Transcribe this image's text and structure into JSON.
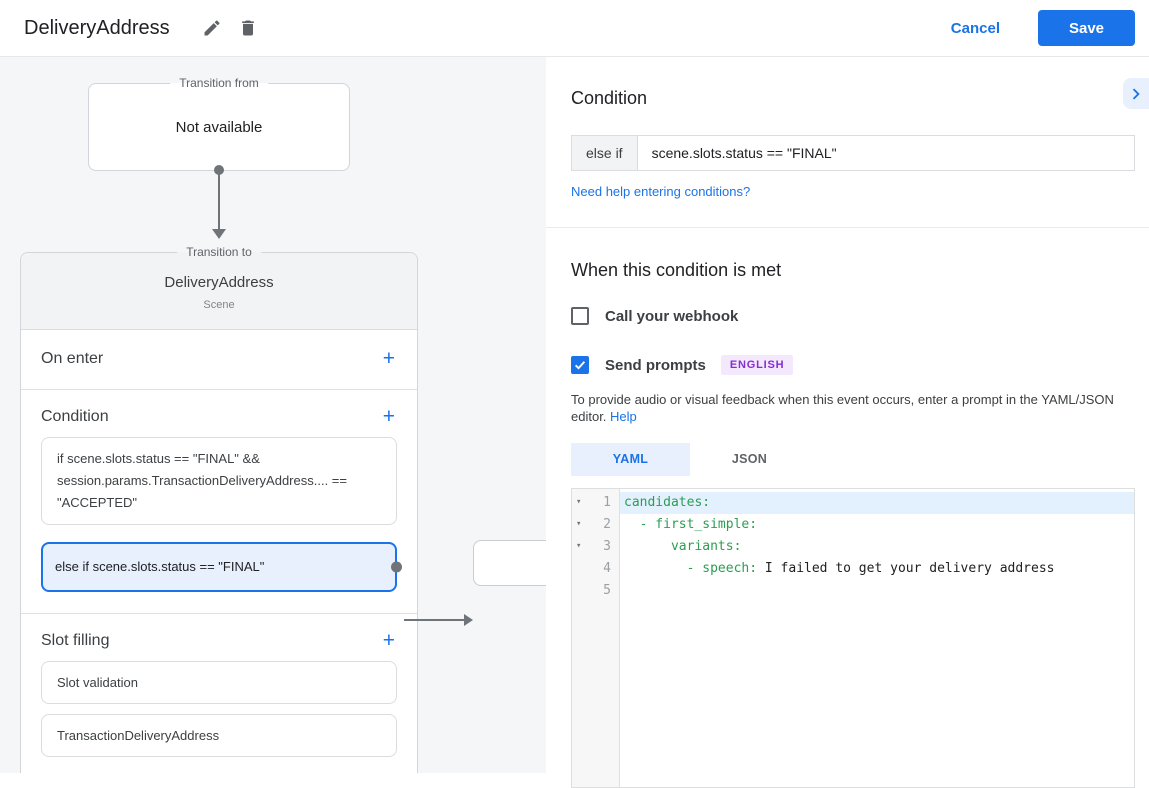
{
  "icons": {
    "add": "+",
    "fold": "▾"
  },
  "colors": {
    "accent": "#1a73e8",
    "selection_bg": "#e8f0fe",
    "panel_bg": "#f5f6f8",
    "badge_bg": "#f4e8fd",
    "badge_text": "#8430ce",
    "yaml_key_green": "#2b9e51"
  },
  "header": {
    "title": "DeliveryAddress",
    "cancel_label": "Cancel",
    "save_label": "Save"
  },
  "diagram": {
    "transition_from": {
      "label": "Transition from",
      "content": "Not available"
    },
    "transition_to": {
      "label": "Transition to",
      "title": "DeliveryAddress",
      "subtitle": "Scene",
      "on_enter": {
        "label": "On enter"
      },
      "condition": {
        "label": "Condition",
        "items": [
          {
            "text": "if scene.slots.status == \"FINAL\" && session.params.TransactionDeliveryAddress.... == \"ACCEPTED\"",
            "selected": false
          },
          {
            "text": "else if scene.slots.status == \"FINAL\"",
            "selected": true
          }
        ]
      },
      "slot_filling": {
        "label": "Slot filling",
        "items": [
          {
            "text": "Slot validation"
          },
          {
            "text": "TransactionDeliveryAddress"
          }
        ]
      }
    }
  },
  "condition_panel": {
    "heading": "Condition",
    "operator_label": "else if",
    "expression": "scene.slots.status == \"FINAL\"",
    "help_link": "Need help entering conditions?"
  },
  "when_met": {
    "heading": "When this condition is met",
    "webhook": {
      "label": "Call your webhook",
      "checked": false
    },
    "prompts": {
      "label": "Send prompts",
      "checked": true,
      "badge": "ENGLISH"
    },
    "description": "To provide audio or visual feedback when this event occurs, enter a prompt in the YAML/JSON editor. ",
    "help_label": "Help",
    "tabs": [
      {
        "label": "YAML",
        "active": true
      },
      {
        "label": "JSON",
        "active": false
      }
    ],
    "editor": {
      "lines": [
        {
          "num": "1",
          "key": "candidates:",
          "rest": ""
        },
        {
          "num": "2",
          "key": "  - first_simple:",
          "rest": ""
        },
        {
          "num": "3",
          "key": "      variants:",
          "rest": ""
        },
        {
          "num": "4",
          "key": "        - speech:",
          "rest": " I failed to get your delivery address"
        },
        {
          "num": "5",
          "key": "",
          "rest": ""
        }
      ]
    }
  }
}
